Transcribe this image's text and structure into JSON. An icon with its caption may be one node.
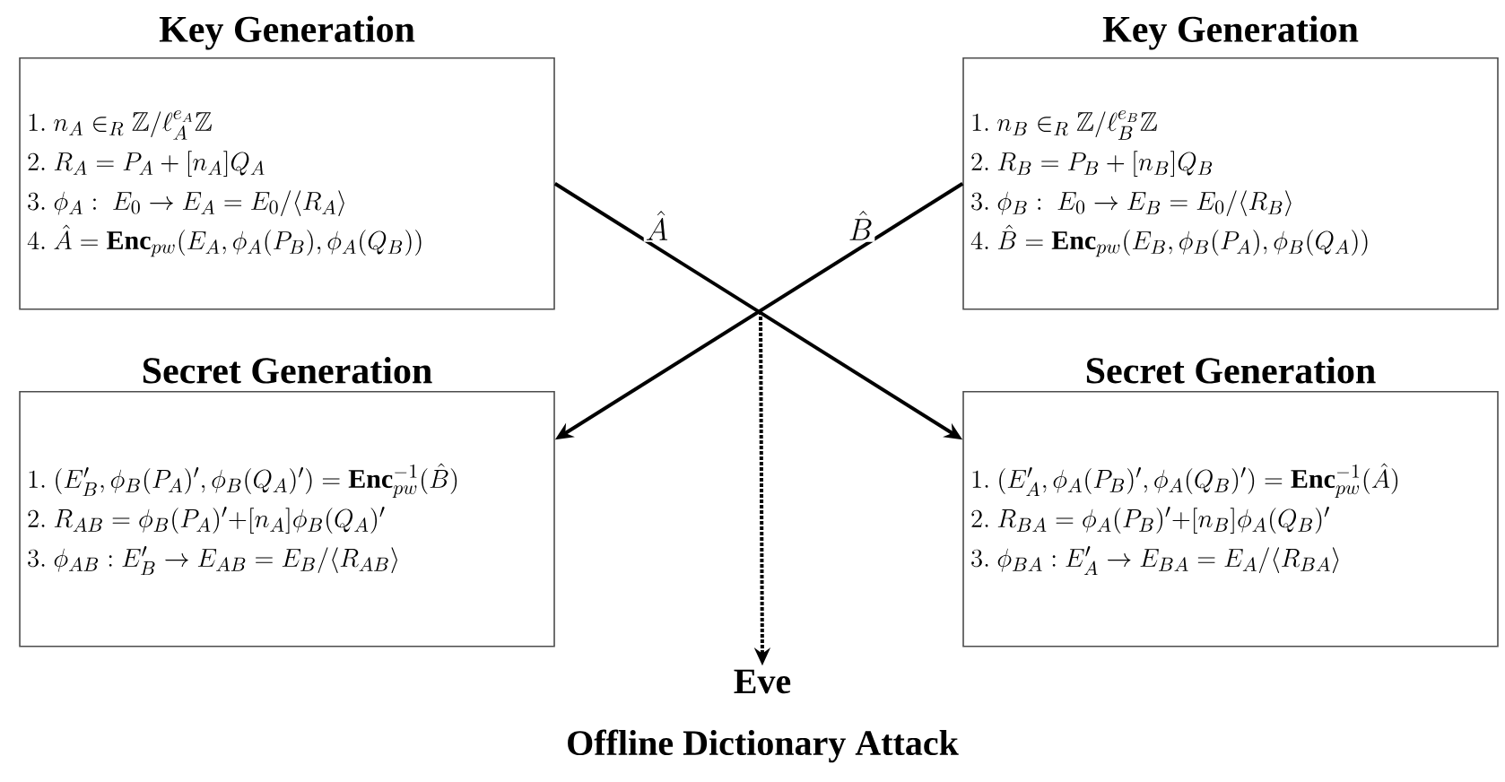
{
  "diagram": {
    "caption": "Offline Dictionary Attack",
    "nodes": [
      {
        "text": [
          "Key Generation",
          "1.\\ n_A \\in_R \\mathbb{Z}/\\ell_A^{e_A}\\mathbb{Z}",
          "2.\\ R_A = P_A + [n_A]Q_A",
          "3.\\ \\phi_A:\\ E_0 \\to E_A = E_0/\\langle R_A\\rangle",
          "4.\\ \\hat{A} = \\mathbf{Enc}_{pw}(E_A, \\phi_A(P_B), \\phi_A(Q_B))"
        ]
      },
      {
        "text": [
          "Key Generation",
          "1.\\ n_B \\in_R \\mathbb{Z}/\\ell_B^{e_B}\\mathbb{Z}",
          "2.\\ R_B = P_B + [n_B]Q_B",
          "3.\\ \\phi_B:\\ E_0 \\to E_B = E_0/\\langle R_B\\rangle",
          "4.\\ \\hat{B} = \\mathbf{Enc}_{pw}(E_B, \\phi_B(P_A), \\phi_B(Q_A))"
        ]
      },
      {
        "text": [
          "Secret Generation",
          "1.\\ (E'_B, \\phi_B(P_A)', \\phi_B(Q_A)') = \\mathbf{Enc}_{pw}^{-1}(\\hat{B})",
          "2.\\ R_{AB} = \\phi_B(P_A)'{+}[n_A]\\phi_B(Q_A)'",
          "3.\\ \\phi_{AB} : E'_B \\to E_{AB} = E_B/\\langle R_{AB}\\rangle"
        ]
      },
      {
        "text": [
          "Secret Generation",
          "1.\\ (E'_A, \\phi_A(P_B)', \\phi_A(Q_B)') = \\mathbf{Enc}_{pw}^{-1}(\\hat{A})",
          "2.\\ R_{BA} = \\phi_A(P_B)'{+}[n_B]\\phi_A(Q_B)'",
          "3.\\ \\phi_{BA} : E'_A \\to E_{BA} = E_A/\\langle R_{BA}\\rangle"
        ]
      },
      {
        "text": [
          "Eve"
        ]
      }
    ],
    "edges": [
      {
        "from": 0,
        "to": 3,
        "arrow": "to",
        "label": "\\hat{A}"
      },
      {
        "from": 1,
        "to": 2,
        "arrow": "to",
        "label": "\\hat{B}"
      },
      {
        "from": null,
        "to": 4,
        "arrow": "to",
        "style": "dashed"
      }
    ]
  }
}
